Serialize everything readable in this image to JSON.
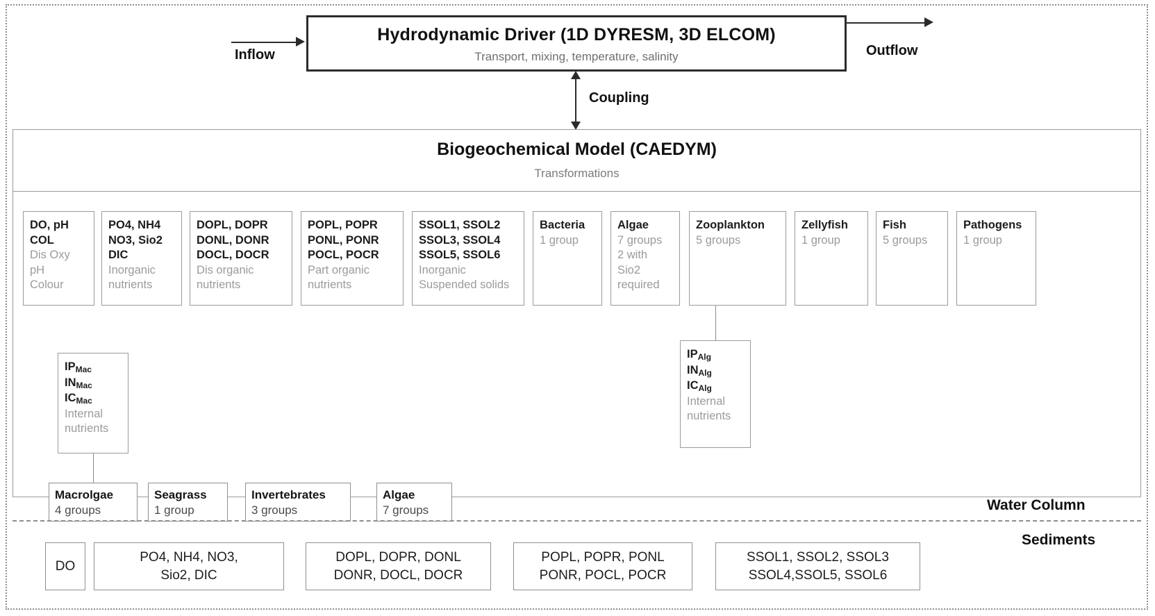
{
  "diagram": {
    "title": "CAEDYM coupled model structure",
    "frame_style": "dotted-border"
  },
  "driver": {
    "title": "Hydrodynamic Driver (1D DYRESM, 3D ELCOM)",
    "subtitle": "Transport, mixing, temperature, salinity",
    "inflow_label": "Inflow",
    "outflow_label": "Outflow"
  },
  "coupling": {
    "label": "Coupling"
  },
  "caedym": {
    "title": "Biogeochemical Model (CAEDYM)",
    "subtitle": "Transformations"
  },
  "state_variables": [
    {
      "name": "oxygen-ph-colour",
      "vars": [
        "DO, pH",
        "COL"
      ],
      "desc": [
        "Dis Oxy",
        "pH",
        "Colour"
      ]
    },
    {
      "name": "inorganic-nutrients",
      "vars": [
        "PO4, NH4",
        "NO3, Sio2",
        "DIC"
      ],
      "desc": [
        "Inorganic",
        "nutrients"
      ]
    },
    {
      "name": "dissolved-organic-nutrients",
      "vars": [
        "DOPL, DOPR",
        "DONL, DONR",
        "DOCL, DOCR"
      ],
      "desc": [
        "Dis organic",
        "nutrients"
      ]
    },
    {
      "name": "particulate-organic-nutrients",
      "vars": [
        "POPL, POPR",
        "PONL, PONR",
        "POCL, POCR"
      ],
      "desc": [
        "Part organic",
        "nutrients"
      ]
    },
    {
      "name": "suspended-solids",
      "vars": [
        "SSOL1, SSOL2",
        "SSOL3, SSOL4",
        "SSOL5, SSOL6"
      ],
      "desc": [
        "Inorganic",
        "Suspended solids"
      ]
    },
    {
      "name": "bacteria",
      "vars": [
        "Bacteria"
      ],
      "desc": [
        "1 group"
      ]
    },
    {
      "name": "algae",
      "vars": [
        "Algae"
      ],
      "desc": [
        "7 groups",
        "2 with",
        "Sio2",
        "required"
      ]
    },
    {
      "name": "zooplankton",
      "vars": [
        "Zooplankton"
      ],
      "desc": [
        "5 groups"
      ]
    },
    {
      "name": "zellyfish",
      "vars": [
        "Zellyfish"
      ],
      "desc": [
        "1 group"
      ]
    },
    {
      "name": "fish",
      "vars": [
        "Fish"
      ],
      "desc": [
        "5 groups"
      ]
    },
    {
      "name": "pathogens",
      "vars": [
        "Pathogens"
      ],
      "desc": [
        "1 group"
      ]
    }
  ],
  "internal_nutrients": {
    "macroalgae": {
      "vars": [
        {
          "base": "IP",
          "sub": "Mac"
        },
        {
          "base": "IN",
          "sub": "Mac"
        },
        {
          "base": "IC",
          "sub": "Mac"
        }
      ],
      "desc": [
        "Internal",
        "nutrients"
      ]
    },
    "algae": {
      "vars": [
        {
          "base": "IP",
          "sub": "Alg"
        },
        {
          "base": "IN",
          "sub": "Alg"
        },
        {
          "base": "IC",
          "sub": "Alg"
        }
      ],
      "desc": [
        "Internal",
        "nutrients"
      ]
    }
  },
  "benthic": [
    {
      "name": "macrolgae",
      "title": "Macrolgae",
      "sub": "4 groups"
    },
    {
      "name": "seagrass",
      "title": "Seagrass",
      "sub": "1 group"
    },
    {
      "name": "invertebrates",
      "title": "Invertebrates",
      "sub": "3 groups"
    },
    {
      "name": "algae-benthic",
      "title": "Algae",
      "sub": "7 groups"
    }
  ],
  "zones": {
    "water_column": "Water Column",
    "sediments": "Sediments"
  },
  "sediment_boxes": [
    {
      "name": "sediment-do",
      "lines": [
        "DO"
      ]
    },
    {
      "name": "sediment-inorganic-nutrients",
      "lines": [
        "PO4, NH4, NO3,",
        "Sio2, DIC"
      ]
    },
    {
      "name": "sediment-dissolved-organic",
      "lines": [
        "DOPL, DOPR, DONL",
        "DONR, DOCL, DOCR"
      ]
    },
    {
      "name": "sediment-particulate-organic",
      "lines": [
        "POPL, POPR, PONL",
        "PONR, POCL, POCR"
      ]
    },
    {
      "name": "sediment-suspended-solids",
      "lines": [
        "SSOL1, SSOL2, SSOL3",
        "SSOL4,SSOL5, SSOL6"
      ]
    }
  ],
  "colors": {
    "hard_border": "#2b2b2b",
    "thin_border": "#9a9a9a",
    "desc_text": "#9b9b9b",
    "main_text": "#1a1a1a"
  }
}
